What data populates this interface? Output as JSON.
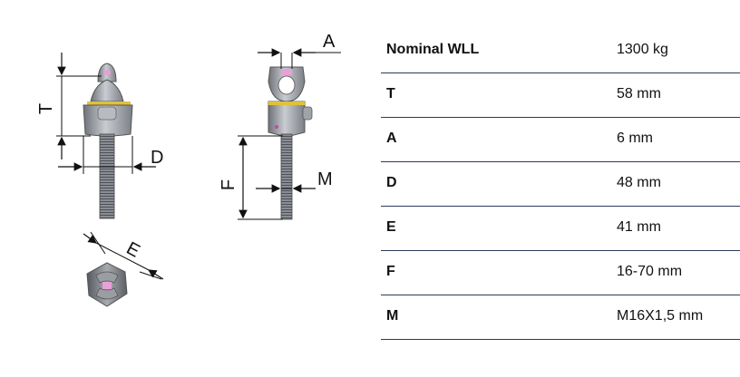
{
  "drawing": {
    "dimension_labels": {
      "T": "T",
      "A": "A",
      "D": "D",
      "E": "E",
      "F": "F",
      "M": "M"
    }
  },
  "specs": [
    {
      "label": "Nominal WLL",
      "value": "1300 kg"
    },
    {
      "label": "T",
      "value": "58 mm"
    },
    {
      "label": "A",
      "value": "6 mm"
    },
    {
      "label": "D",
      "value": "48 mm"
    },
    {
      "label": "E",
      "value": "41 mm"
    },
    {
      "label": "F",
      "value": "16-70 mm"
    },
    {
      "label": "M",
      "value": "M16X1,5 mm"
    }
  ]
}
